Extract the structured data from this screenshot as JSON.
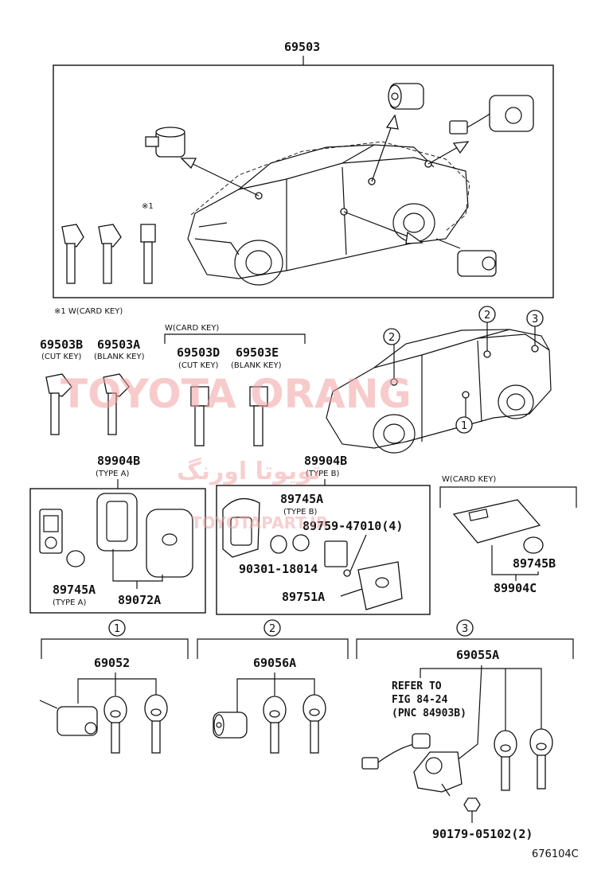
{
  "labels": {
    "top_assembly": "69503",
    "footnote": "※1 W(CARD KEY)",
    "marker_1": "※1",
    "card_key_group": "W(CARD KEY)",
    "p69503B": "69503B",
    "p69503B_sub": "(CUT KEY)",
    "p69503A": "69503A",
    "p69503A_sub": "(BLANK KEY)",
    "p69503D": "69503D",
    "p69503D_sub": "(CUT KEY)",
    "p69503E": "69503E",
    "p69503E_sub": "(BLANK KEY)",
    "p89904B_a": "89904B",
    "p89904B_a_sub": "(TYPE A)",
    "p89904B_b": "89904B",
    "p89904B_b_sub": "(TYPE B)",
    "p89745A_a": "89745A",
    "p89745A_a_sub": "(TYPE A)",
    "p89072A": "89072A",
    "p89745A_b": "89745A",
    "p89745A_b_sub": "(TYPE B)",
    "p89759": "89759-47010(4)",
    "p90301": "90301-18014",
    "p89751A": "89751A",
    "card_key_section": "W(CARD KEY)",
    "p89745B": "89745B",
    "p89904C": "89904C",
    "p69052": "69052",
    "p69056A": "69056A",
    "p69055A": "69055A",
    "refer_1": "REFER TO",
    "refer_2": "FIG 84-24",
    "refer_3": "(PNC 84903B)",
    "p90179": "90179-05102(2)",
    "fig_code": "676104C"
  },
  "callouts": {
    "c1": "1",
    "c2": "2",
    "c3": "3"
  },
  "watermark": {
    "main": "TOYOTA ORANG",
    "arabic": "تویوتا اورنگ",
    "site": "TOYOTAPART.IR",
    "color": "#f0a0a0"
  }
}
